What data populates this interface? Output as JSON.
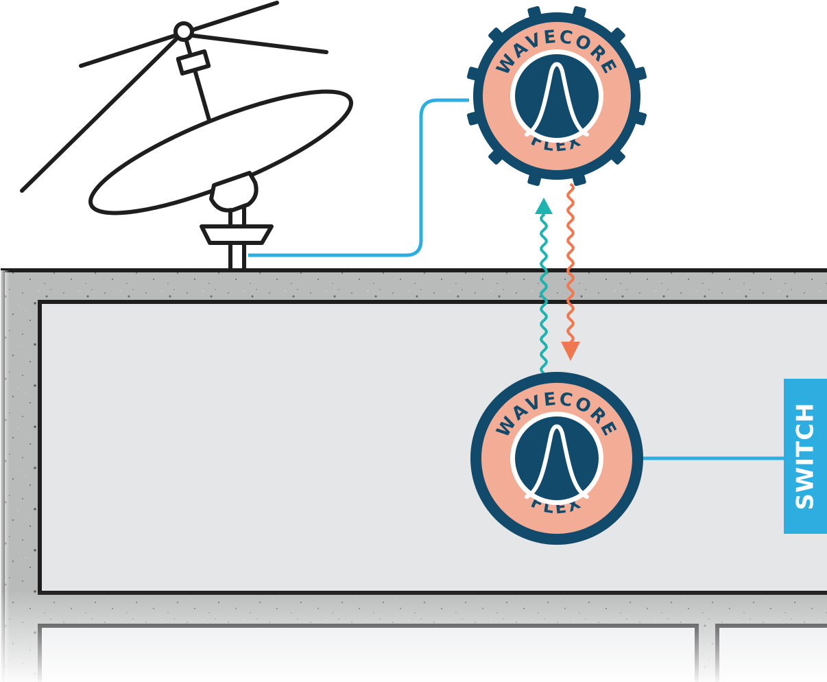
{
  "diagram": {
    "device_top": {
      "brand": "WAVECORE",
      "model": "FLEX"
    },
    "device_bottom": {
      "brand": "WAVECORE",
      "model": "FLEX"
    },
    "switch": {
      "label": "SWITCH"
    }
  },
  "colors": {
    "device_navy": "#124a6b",
    "device_ring": "#f3ad97",
    "cable_blue": "#2eaee0",
    "signal_teal": "#1fb3b0",
    "signal_orange": "#f07850",
    "wall_concrete": "#b7b8b8",
    "room_interior": "#e5e6e8",
    "outline": "#1e1e1e"
  },
  "icons": [
    "satellite-dish-icon",
    "wavecore-peak-icon"
  ]
}
